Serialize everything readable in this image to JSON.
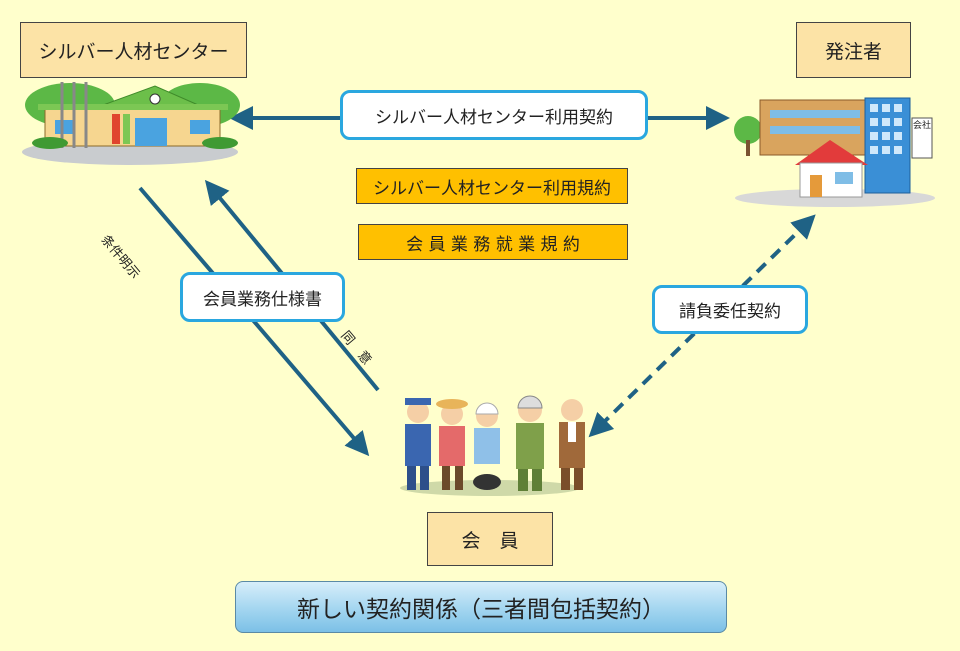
{
  "parties": {
    "center": "シルバー人材センター",
    "client": "発注者",
    "member": "会　員"
  },
  "contracts": {
    "center_client": "シルバー人材センター利用契約",
    "center_member_spec": "会員業務仕様書",
    "client_member": "請負委任契約"
  },
  "rules": {
    "usage_rules": "シルバー人材センター利用規約",
    "work_rules": "会 員 業 務 就 業 規 約"
  },
  "arrow_labels": {
    "conditions": "条件明示",
    "consent": "同　意"
  },
  "building_sign": "会社",
  "banner": "新しい契約関係（三者間包括契約）",
  "colors": {
    "background": "#FFFFCC",
    "arrow": "#1F6285",
    "orange": "#FFC000",
    "callout_border": "#2AA7DF"
  }
}
